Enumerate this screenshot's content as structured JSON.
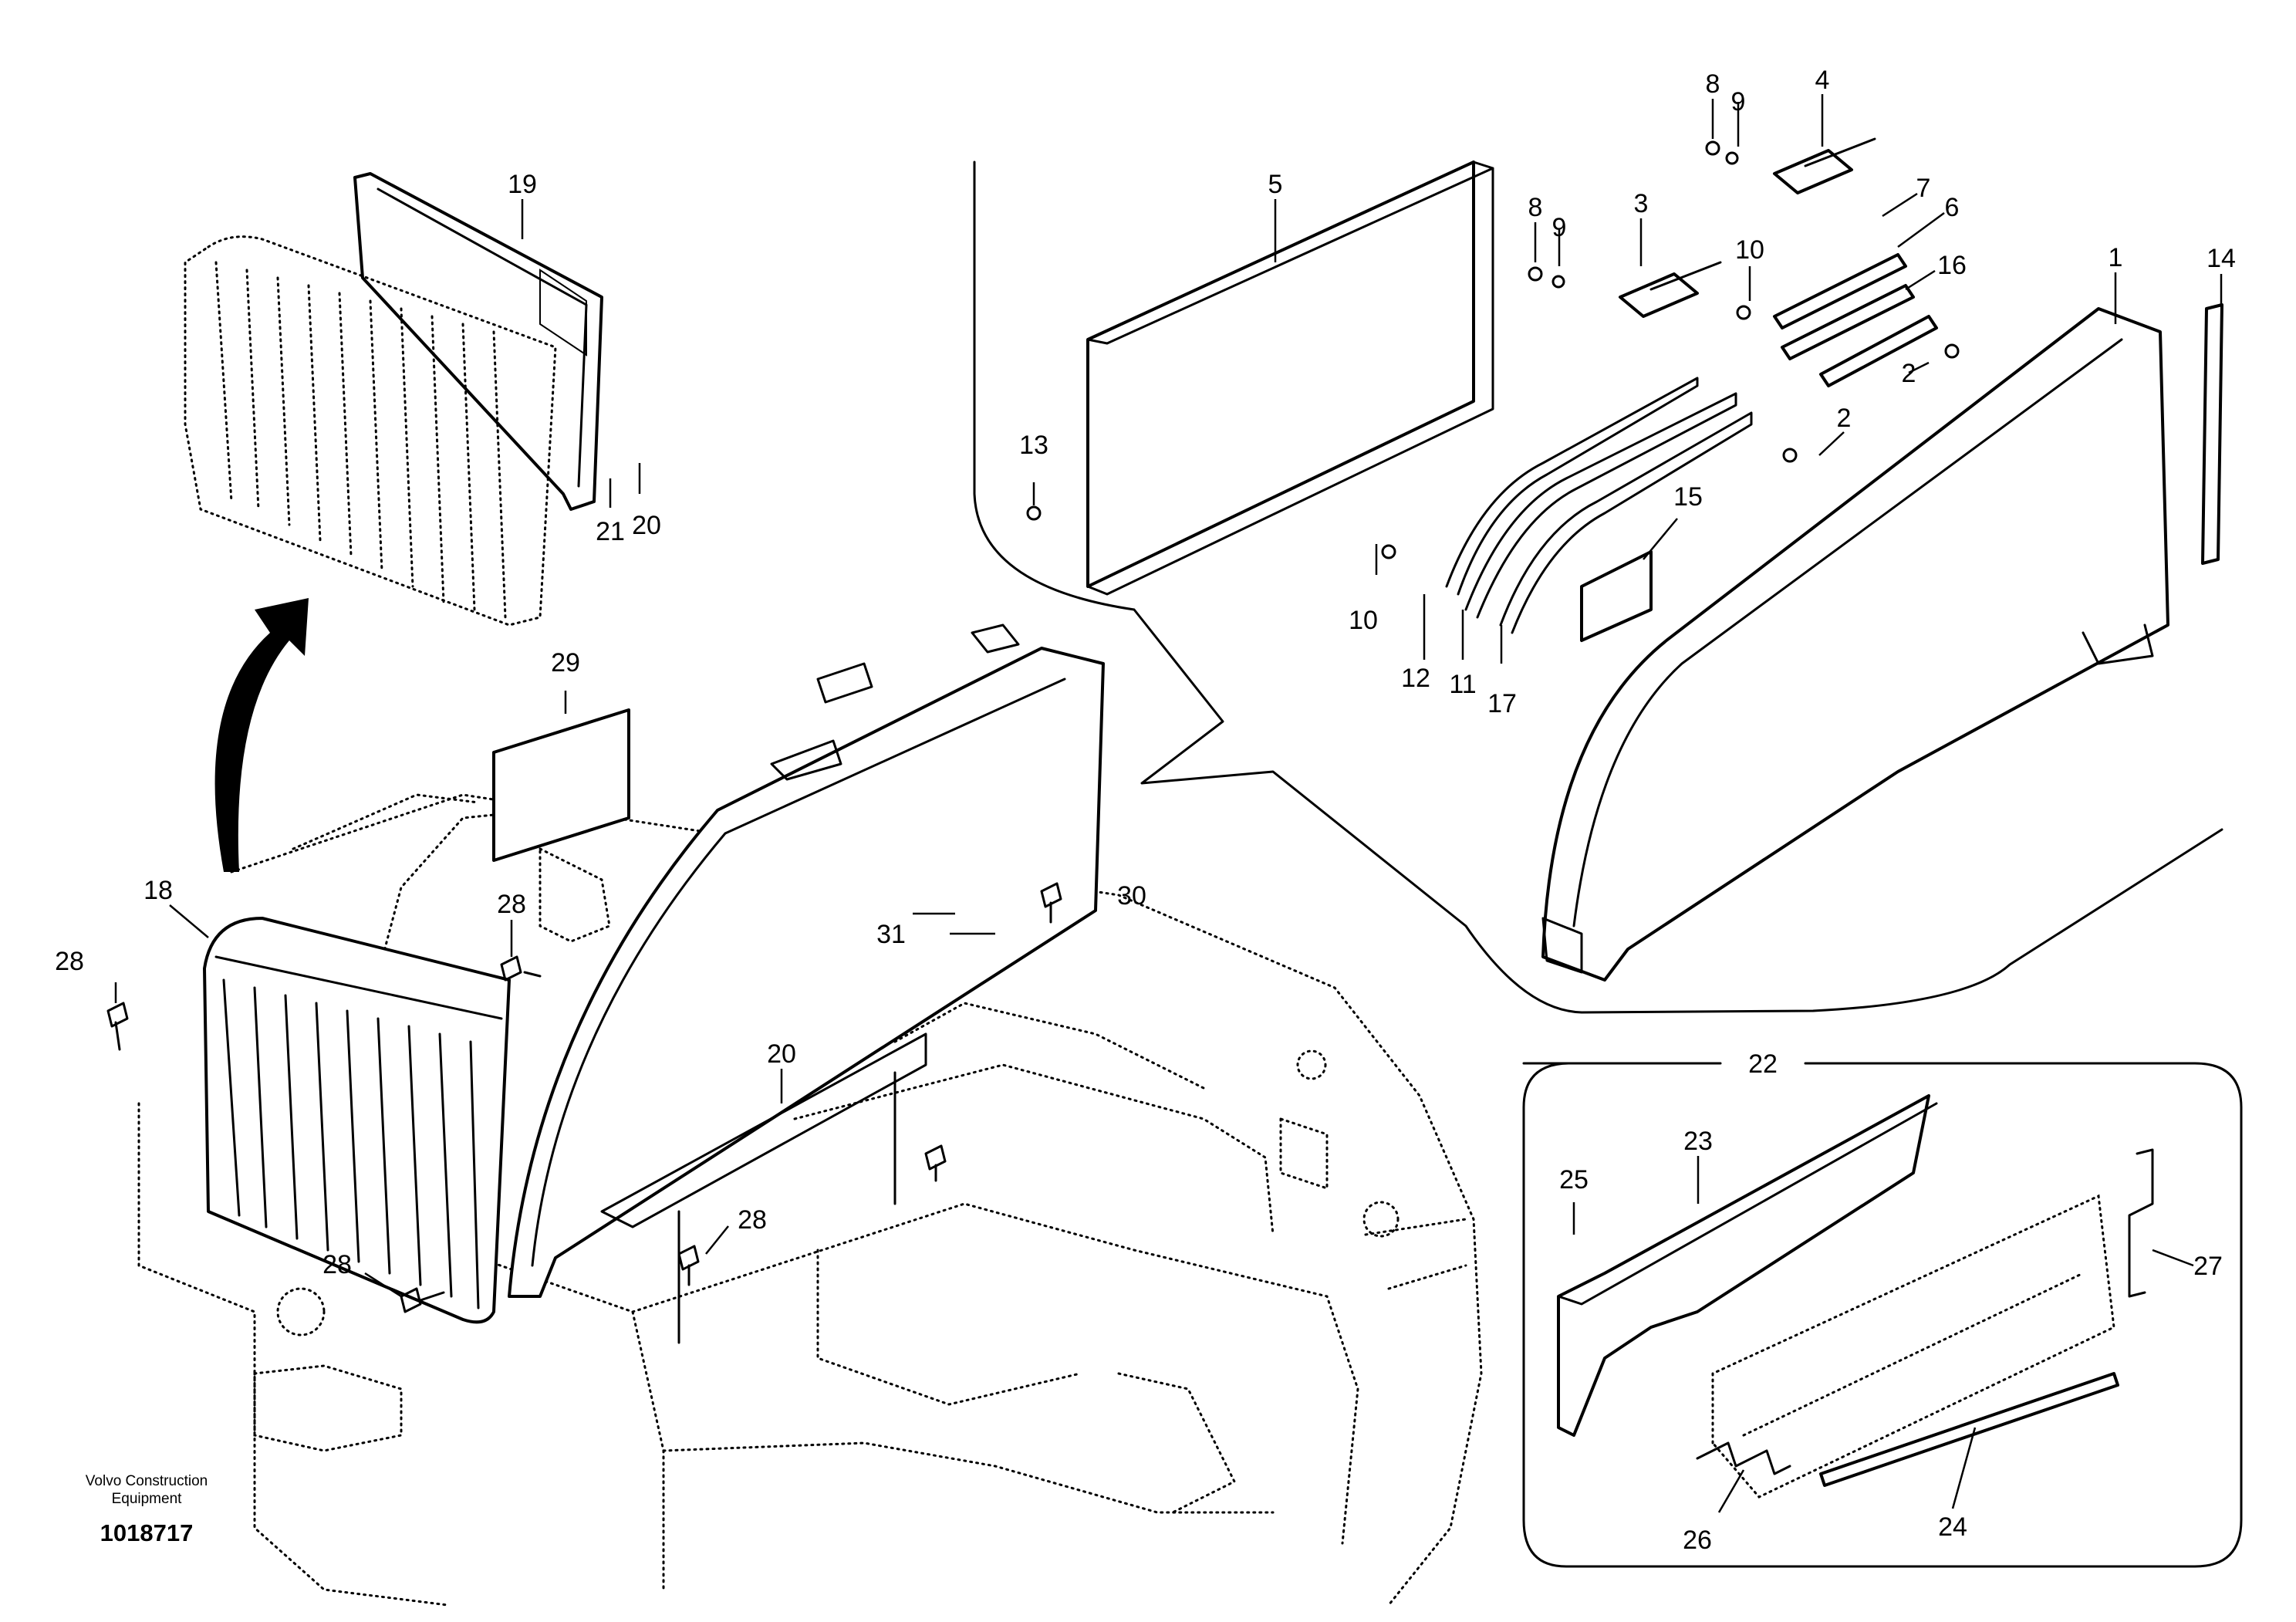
{
  "brand": {
    "line1": "Volvo Construction",
    "line2": "Equipment"
  },
  "drawing_number": "1018717",
  "callouts": {
    "c1": "1",
    "c2a": "2",
    "c2b": "2",
    "c3": "3",
    "c4": "4",
    "c5": "5",
    "c6": "6",
    "c7": "7",
    "c8a": "8",
    "c8b": "8",
    "c9a": "9",
    "c9b": "9",
    "c10a": "10",
    "c10b": "10",
    "c11": "11",
    "c12": "12",
    "c13": "13",
    "c14": "14",
    "c15": "15",
    "c16": "16",
    "c17": "17",
    "c18": "18",
    "c19": "19",
    "c20a": "20",
    "c20b": "20",
    "c21": "21",
    "c22": "22",
    "c23": "23",
    "c24": "24",
    "c25": "25",
    "c26": "26",
    "c27": "27",
    "c28a": "28",
    "c28b": "28",
    "c28c": "28",
    "c28d": "28",
    "c29": "29",
    "c30": "30",
    "c31": "31"
  }
}
